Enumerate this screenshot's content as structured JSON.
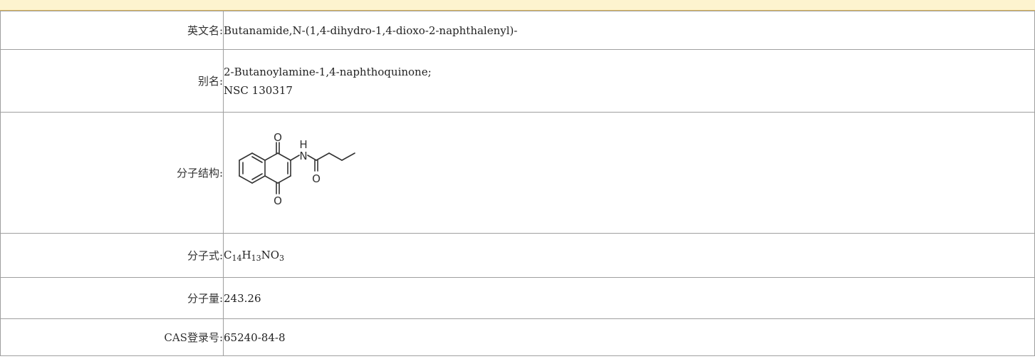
{
  "rows": {
    "english_name": {
      "label": "英文名:",
      "value": "Butanamide,N-(1,4-dihydro-1,4-dioxo-2-naphthalenyl)-"
    },
    "alias": {
      "label": "别名:",
      "values": [
        "2-Butanoylamine-1,4-naphthoquinone;",
        "NSC 130317"
      ]
    },
    "structure": {
      "label": "分子结构:",
      "atoms": {
        "o_top": "O",
        "o_bottom": "O",
        "n": "N",
        "h": "H",
        "o_amide": "O"
      }
    },
    "formula": {
      "label": "分子式:",
      "parts": [
        {
          "el": "C",
          "n": "14"
        },
        {
          "el": "H",
          "n": "13"
        },
        {
          "el": "NO",
          "n": "3"
        }
      ]
    },
    "mol_weight": {
      "label": "分子量:",
      "value": "243.26"
    },
    "cas": {
      "label": "CAS登录号:",
      "value": "65240-84-8"
    }
  },
  "colors": {
    "header_bg": "#fdf3cf",
    "header_border": "#d9b45a",
    "grid": "#9f9f9f"
  }
}
